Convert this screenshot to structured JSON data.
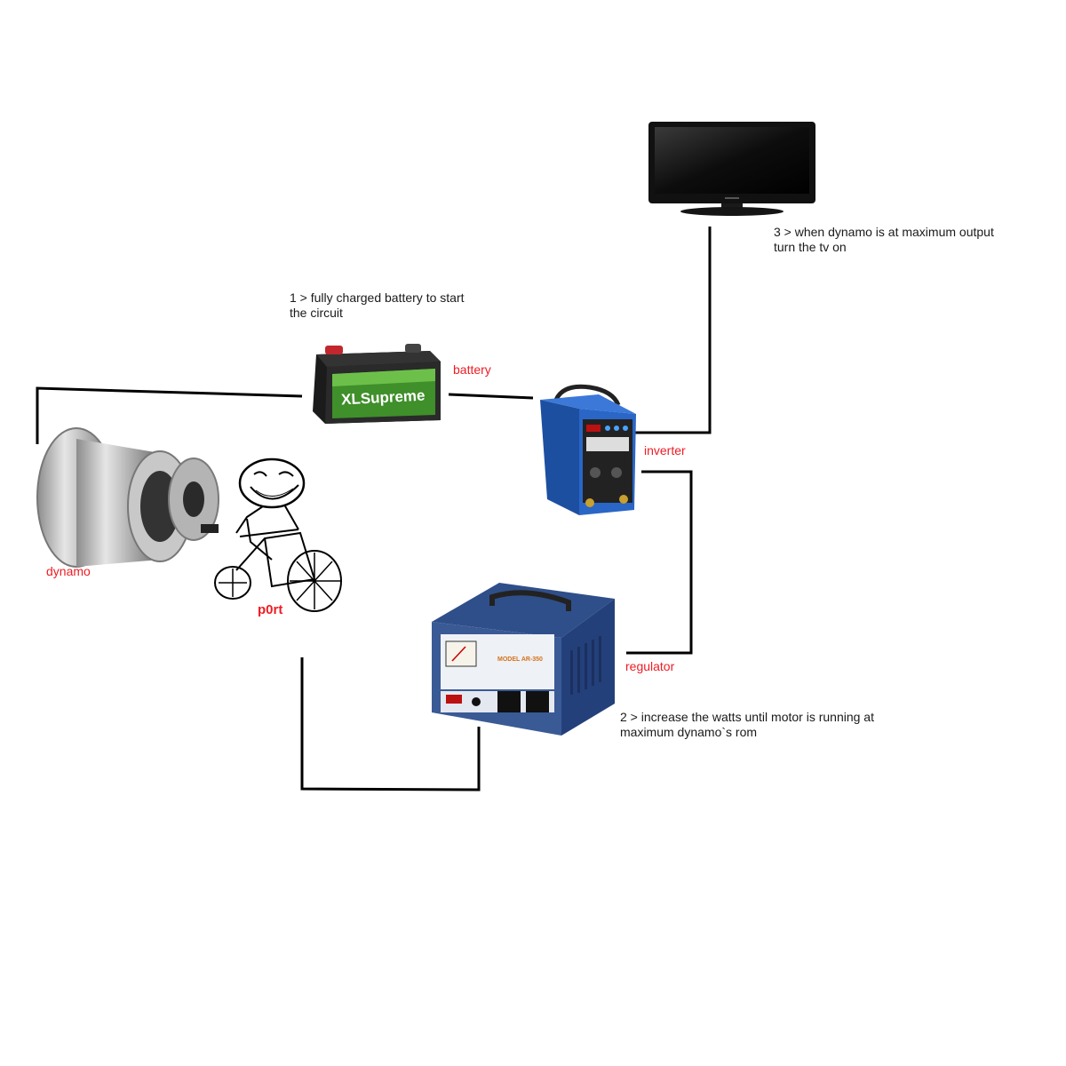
{
  "notes": {
    "step1": [
      "1 > fully charged battery to start",
      "the circuit"
    ],
    "step2": [
      "2 > increase the watts until motor is running at",
      "maximum dynamo`s rom"
    ],
    "step3": [
      "3 > when dynamo is at maximum output",
      "turn the tv on"
    ]
  },
  "labels": {
    "battery": "battery",
    "inverter": "inverter",
    "regulator": "regulator",
    "dynamo": "dynamo",
    "rider": "p0rt"
  },
  "battery_brand": "XLSupreme",
  "regulator_model": "MODEL AR-350",
  "colors": {
    "label_red": "#ee1c24",
    "wire": "#000000",
    "inverter_blue": "#1f63c4",
    "battery_green": "#2d6a1f",
    "regulator_blue": "#2e4a82"
  }
}
